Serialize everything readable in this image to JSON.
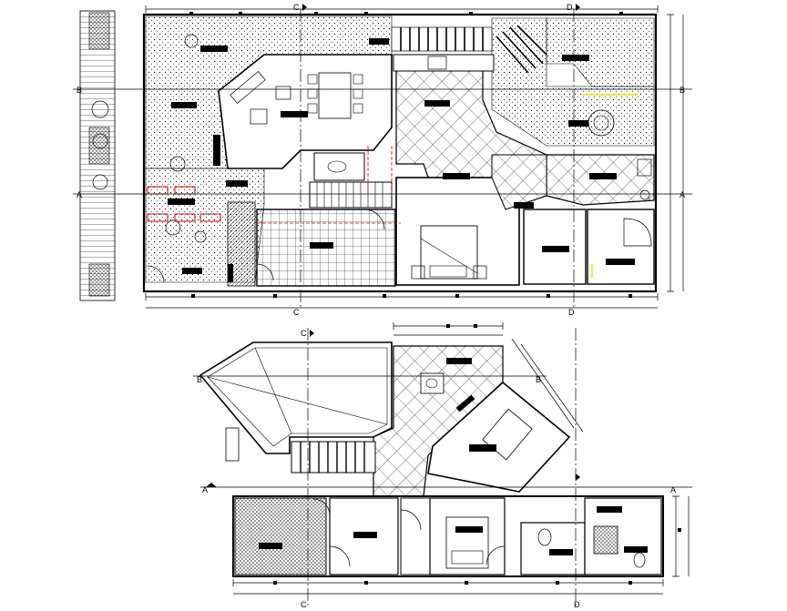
{
  "section_markers": {
    "A": "A",
    "B": "B",
    "C": "C",
    "D": "D"
  },
  "colors": {
    "ink": "#000000",
    "paper": "#ffffff",
    "accent_red": "#e00000",
    "accent_yellow": "#f2e600"
  }
}
